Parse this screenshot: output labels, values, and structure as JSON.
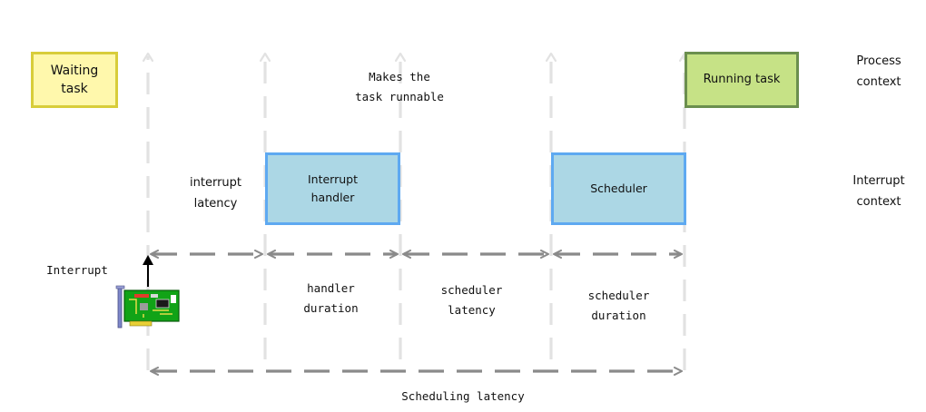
{
  "boxes": {
    "waiting_task": "Waiting\ntask",
    "running_task": "Running task",
    "interrupt_handler": "Interrupt\nhandler",
    "scheduler": "Scheduler"
  },
  "labels": {
    "makes_runnable": "Makes the\ntask runnable",
    "interrupt_latency": "interrupt\nlatency",
    "interrupt": "Interrupt",
    "handler_duration": "handler\nduration",
    "scheduler_latency": "scheduler\nlatency",
    "scheduler_duration": "scheduler\nduration",
    "scheduling_latency": "Scheduling latency",
    "process_context": "Process\ncontext",
    "interrupt_context": "Interrupt\ncontext"
  },
  "icons": {
    "network_card": "network-card-icon"
  },
  "colors": {
    "waiting_fill": "#fff8ac",
    "waiting_border": "#d8cd3a",
    "running_fill": "#c6e286",
    "running_border": "#6b8f4e",
    "kernel_fill": "#acd7e5",
    "kernel_border": "#5ea9f1",
    "timeline": "#e2e2e2",
    "arrow": "#8a8a8a"
  }
}
